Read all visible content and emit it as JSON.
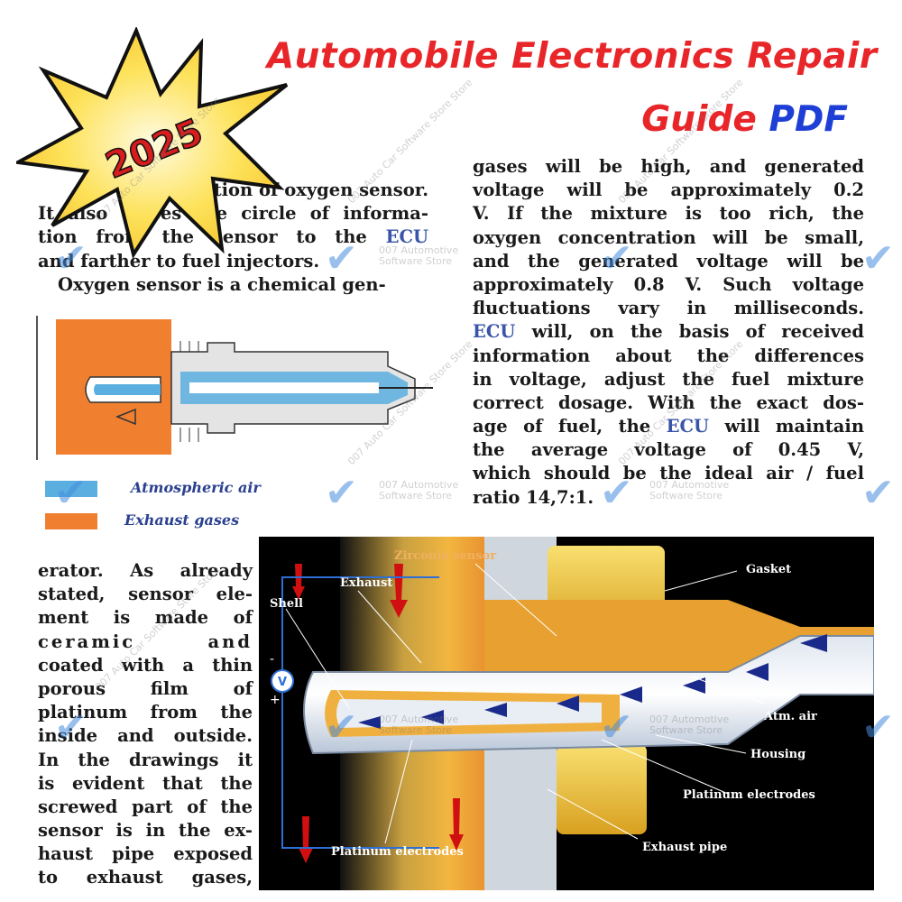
{
  "header": {
    "title_line1": "Automobile Electronics Repair",
    "title_line2_guide": "Guide",
    "title_line2_pdf": "PDF",
    "badge_year": "2025"
  },
  "left_column_top": [
    "tion of oxygen sensor.",
    "It also closes the circle of informa-",
    "tion from the sensor to the ECU",
    "and farther to fuel injectors.",
    "Oxygen sensor is a chemical gen-"
  ],
  "right_column": [
    "gases will be high, and generated",
    "voltage will be approximately 0.2",
    "V. If the mixture is too rich, the",
    "oxygen concentration will be small,",
    "and the generated voltage will be",
    "approximately 0.8 V. Such voltage",
    "fluctuations vary in milliseconds.",
    "ECU will, on the basis of received",
    "information about the differences",
    "in voltage, adjust the fuel mixture",
    "correct dosage. With the exact dos-",
    "age of fuel, the ECU will maintain",
    "the average voltage of 0.45 V,",
    "which should be the ideal air / fuel",
    "ratio 14,7:1."
  ],
  "left_column_bottom": [
    "erator. As already",
    "stated, sensor ele-",
    "ment is made of",
    "ceramic and",
    "coated with a thin",
    "porous film of",
    "platinum from the",
    "inside and outside.",
    "In the drawings it",
    "is evident that the",
    "screwed part of the",
    "sensor is in the ex-",
    "haust pipe exposed",
    "to exhaust gases,"
  ],
  "legend": {
    "air_label": "Atmospheric air",
    "exhaust_label": "Exhaust gases",
    "air_color": "#5aaee0",
    "exhaust_color": "#f08030"
  },
  "diagram_labels": {
    "zirconia": "Zirconia sensor",
    "exhaust": "Exhaust",
    "shell": "Shell",
    "gasket": "Gasket",
    "atm_air": "Atm. air",
    "housing": "Housing",
    "platinum_right": "Platinum electrodes",
    "platinum_bottom": "Platinum electrodes",
    "exhaust_pipe": "Exhaust pipe",
    "voltmeter": "V",
    "minus": "-",
    "plus": "+"
  },
  "watermark": {
    "line1": "007 Automotive",
    "line2": "Software Store",
    "diag": "007 Auto Car Software Store Store"
  },
  "colors": {
    "title_red": "#e8262a",
    "title_blue": "#1e3fd6",
    "ecu_blue": "#3a55a8",
    "star_fill": "#fde25a",
    "star_stroke": "#111111"
  }
}
